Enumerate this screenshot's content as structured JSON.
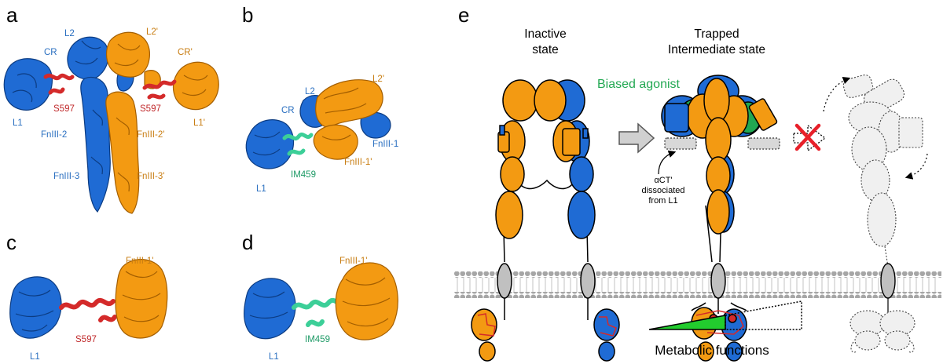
{
  "colors": {
    "blue": "#1f6bd4",
    "orange": "#f39a12",
    "red": "#d42a2a",
    "teal": "#3ccf98",
    "green": "#22a852",
    "membrane": "#a6a6a6",
    "tm_gray": "#c0c0c0"
  },
  "panel_a": {
    "letter": "a",
    "labels": {
      "l2": "L2",
      "l2p": "L2'",
      "cr": "CR",
      "crp": "CR'",
      "l1": "L1",
      "l1p": "L1'",
      "s597_left": "S597",
      "s597_right": "S597",
      "fn2": "FnIII-2",
      "fn2p": "FnIII-2'",
      "fn3": "FnIII-3",
      "fn3p": "FnIII-3'"
    }
  },
  "panel_b": {
    "letter": "b",
    "labels": {
      "l2": "L2",
      "l2p": "L2'",
      "cr": "CR",
      "fn1": "FnIII-1",
      "fn1p": "FnIII-1'",
      "im459": "IM459",
      "l1": "L1"
    }
  },
  "panel_c": {
    "letter": "c",
    "labels": {
      "fn1p": "FnIII-1'",
      "s597": "S597",
      "l1": "L1"
    }
  },
  "panel_d": {
    "letter": "d",
    "labels": {
      "fn1p": "FnIII-1'",
      "im459": "IM459",
      "l1": "L1"
    }
  },
  "panel_e": {
    "letter": "e",
    "inactive_title": [
      "Inactive",
      "state"
    ],
    "trapped_title": [
      "Trapped",
      "Intermediate state"
    ],
    "biased_agonist": "Biased agonist",
    "act_note": [
      "αCT'",
      "dissociated",
      "from L1"
    ],
    "metabolic": "Metabolic functions",
    "metabolic_fill_fraction": 0.5
  }
}
